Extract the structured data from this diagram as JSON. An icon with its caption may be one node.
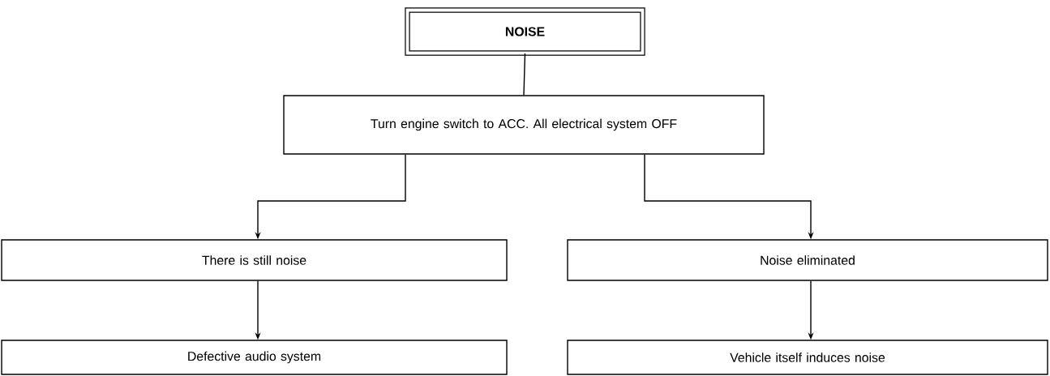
{
  "diagram": {
    "nodes": [
      {
        "text": [
          "NOISE"
        ]
      },
      {
        "text": [
          "Turn engine switch to ACC. All electrical system OFF"
        ]
      },
      {
        "text": [
          "There is still noise"
        ]
      },
      {
        "text": [
          "Noise eliminated"
        ]
      },
      {
        "text": [
          "Defective audio system"
        ]
      },
      {
        "text": [
          "Vehicle itself induces noise"
        ]
      }
    ],
    "edges": [
      {
        "from": 0,
        "to": 1,
        "arrow": "none"
      },
      {
        "from": 1,
        "to": 2,
        "arrow": "to"
      },
      {
        "from": 1,
        "to": 3,
        "arrow": "to"
      },
      {
        "from": 2,
        "to": 4,
        "arrow": "to"
      },
      {
        "from": 3,
        "to": 5,
        "arrow": "to"
      }
    ]
  }
}
